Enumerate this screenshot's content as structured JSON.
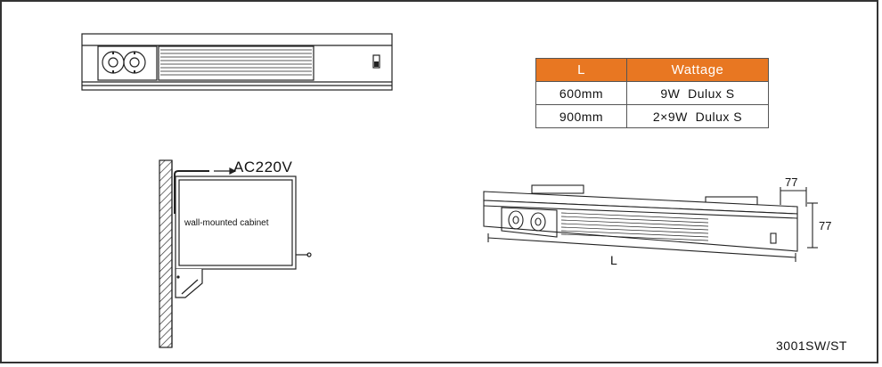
{
  "table": {
    "headers": [
      "L",
      "Wattage"
    ],
    "rows": [
      [
        "600mm",
        "9W  Dulux S"
      ],
      [
        "900mm",
        "2×9W  Dulux S"
      ]
    ],
    "header_color": "#e87722"
  },
  "labels": {
    "power": "AC220V",
    "cabinet": "wall-mounted cabinet",
    "length": "L",
    "depth": "77",
    "height": "77",
    "model": "3001SW/ST"
  }
}
